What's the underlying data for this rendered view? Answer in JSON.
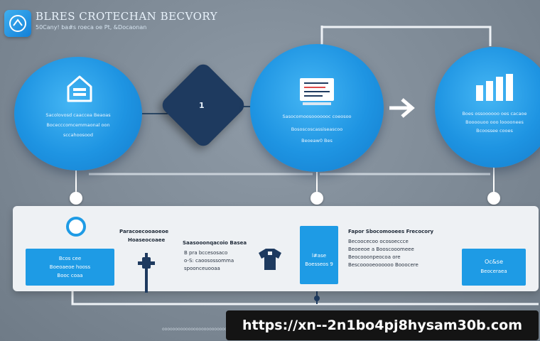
{
  "header": {
    "title": "BLRES CROTECHAN BECVORY",
    "subtitle": "50Cany! ba#s roeca oe Pt, &Docaonan"
  },
  "colors": {
    "accent": "#1e9be5",
    "diamond": "#1e3a5f",
    "background": "#7f8b97",
    "panel": "#eef1f4"
  },
  "circles": [
    {
      "icon": "house-icon",
      "lines": [
        "Sacolovosd caaccea Beaoas",
        "Bocecccomcemmaonal oon",
        "sccahoosood"
      ]
    },
    {
      "icon": "document-icon",
      "lines": [
        "Sasocomoosooooooc coeosoo",
        "Bososcoscassiseascoo",
        "Beoeaw0 Bes"
      ]
    },
    {
      "icon": "bar-chart-icon",
      "lines": [
        "Boes ossoooooo oes cacaoe",
        "Boooouoo ooo loooonees",
        "Bcoossee cooes"
      ]
    }
  ],
  "diamond": {
    "number": "1"
  },
  "panel": {
    "left_box": [
      "Bcos cee",
      "Boeoaeoe hooss",
      "Booc coaa"
    ],
    "col1": [
      "Paracoecooaoeoe",
      "Hoaseocoaee"
    ],
    "col2": [
      "Saasooonqacoio Basea",
      "B pra bccesosaco",
      "o-S: caoosossomma",
      "spoonceuooaa"
    ],
    "mid_box": [
      "l#ase",
      "Boesseos 9"
    ],
    "col3": [
      "Fapor Sbocomooees Frecocory",
      "Becoocecoo ocosoeccce",
      "Beoeeoe a Booscooomeee",
      "Beocooonpeocoa ore",
      "Bescooooeoooooo Booocere"
    ],
    "right_box": [
      "Oc&se",
      "Beoceraea"
    ]
  },
  "footnote": "ooooooooooooooooooooooooo ooooooooooooooooooo",
  "banner": {
    "url": "https://xn--2n1bo4pj8hysam30b.com"
  }
}
